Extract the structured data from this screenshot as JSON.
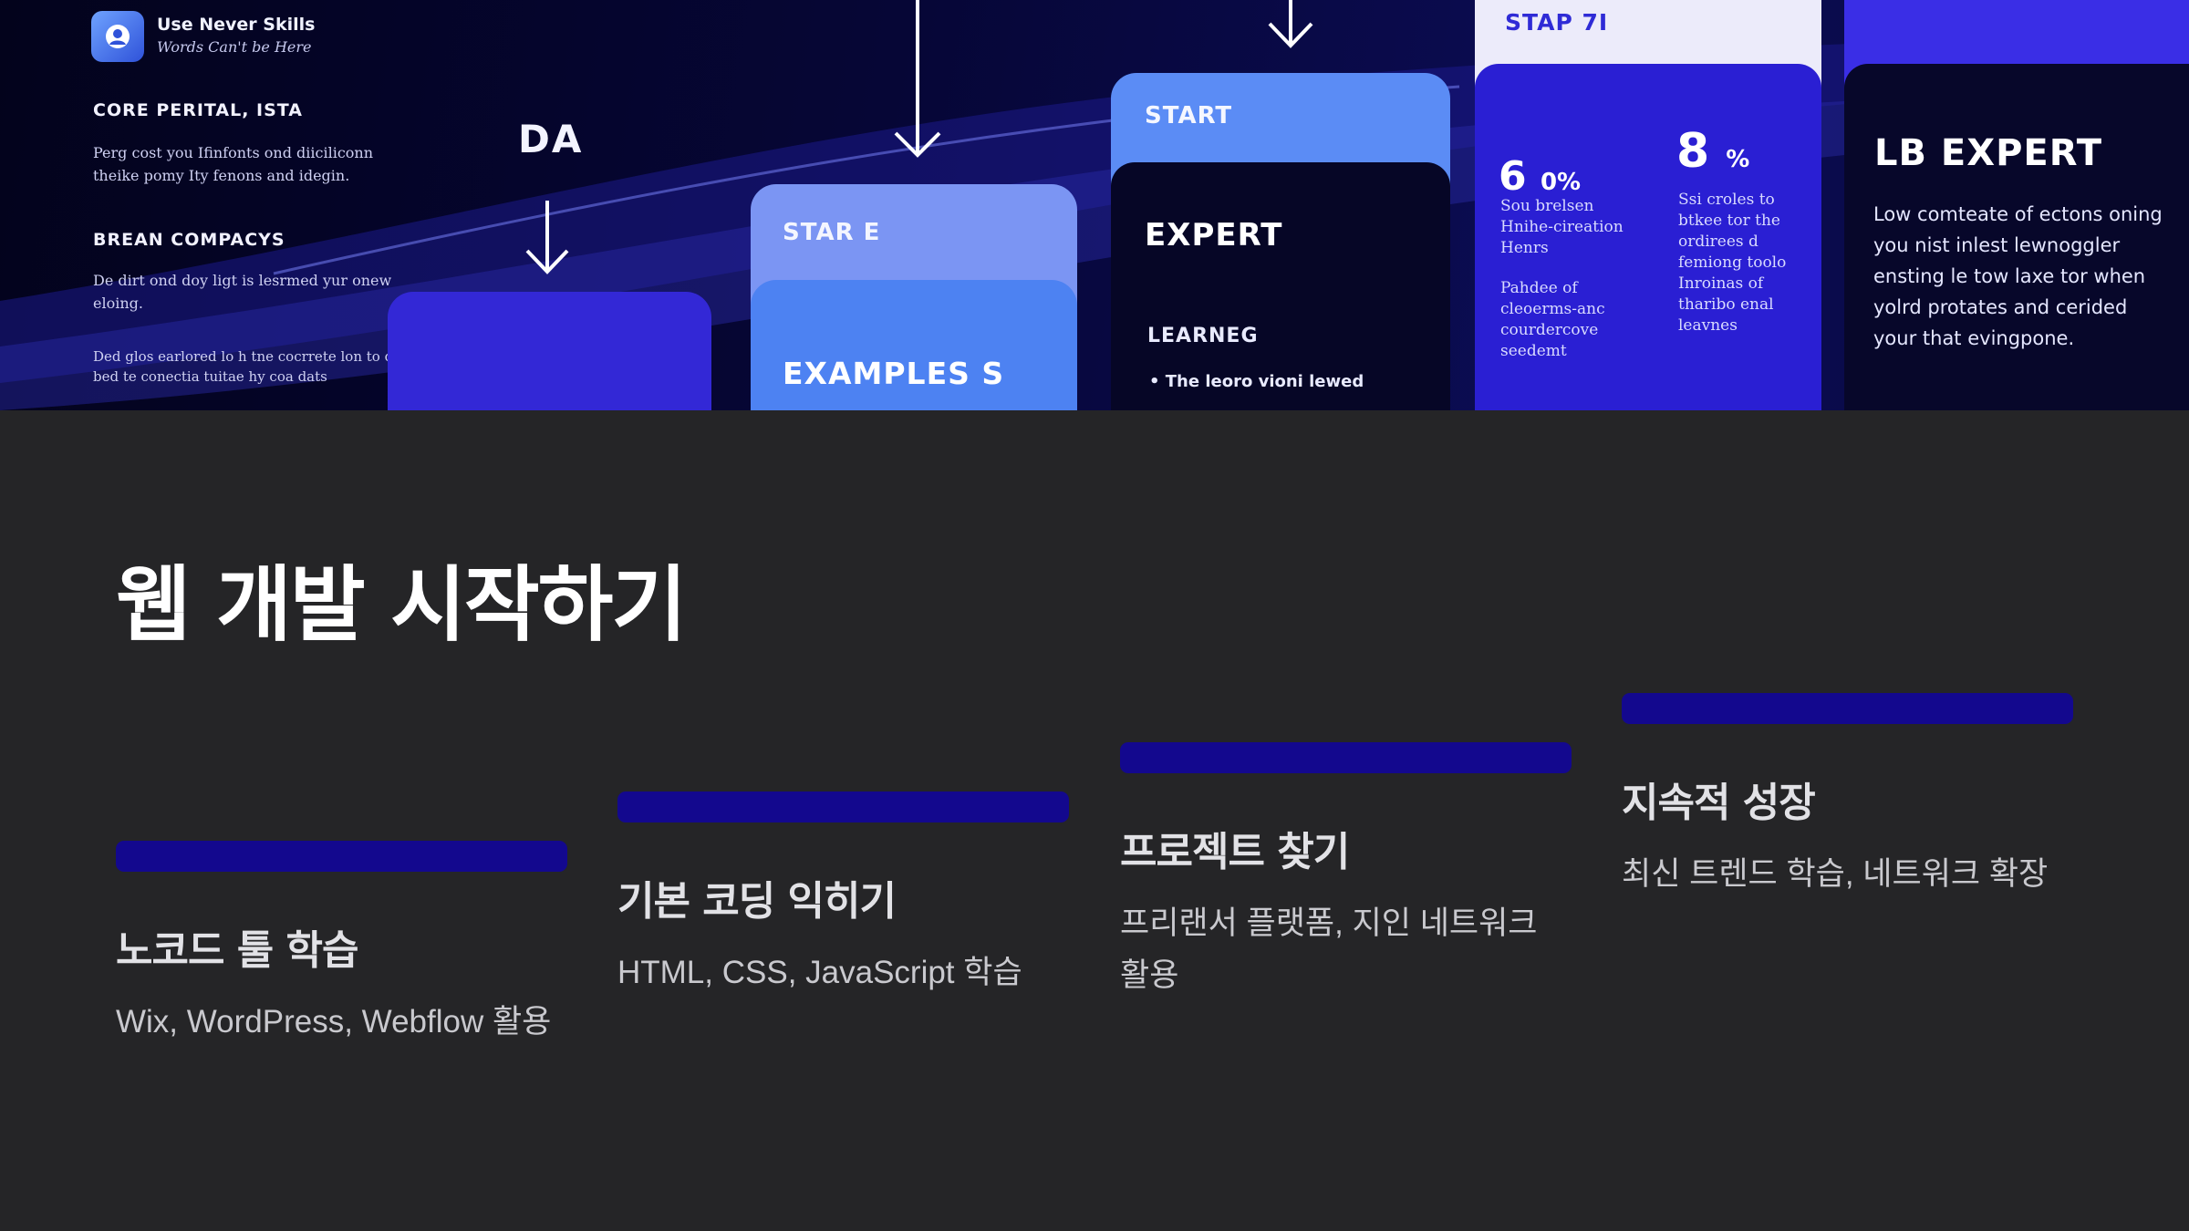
{
  "banner": {
    "app_title": "Use Never Skills",
    "app_subtitle": "Words Can't be Here",
    "logo_icon": "person-search-icon",
    "left_sections": [
      {
        "heading": "CORE PERITAL, ISTA",
        "text": "Perg cost you Ifinfonts ond diiciliconn theike pomy Ity fenons and idegin."
      },
      {
        "heading": "BREAN COMPACYS",
        "text": "De dirt ond doy ligt is lesrmed yur onew eloing."
      },
      {
        "heading": "",
        "text": "Ded glos earlored lo h tne cocrrete lon to diba bed te conectia tuitae hy coa dats"
      }
    ],
    "da_label": "DA",
    "steps": [
      {
        "label": "STAR E",
        "sublabel": "EXAMPLES S"
      },
      {
        "label": "START",
        "sublabel": "EXPERT",
        "subhead": "LEARNEG",
        "bullet": "The leoro vioni lewed"
      },
      {
        "label": "STAP 7I"
      }
    ],
    "stat_1": {
      "number": "6",
      "unit": "0%",
      "text_a": "Sou brelsen Hnihe-cireation Henrs",
      "text_b": "Pahdee of cleoerms-anc courdercove seedemt"
    },
    "stat_2": {
      "number": "8",
      "unit": "%",
      "text": "Ssi croles to btkee tor the ordirees d femiong toolo Inroinas of tharibo enal leavnes"
    },
    "expert": {
      "title": "LB EXPERT",
      "text": "Low comteate of ectons oning you nist inlest lewnoggler ensting le tow laxe tor when yolrd protates and cerided your that evingpone."
    },
    "colors": {
      "primary_purple": "#3a2ee6",
      "light_blue": "#6aa5ff",
      "bright_blue": "#4a7cf4",
      "card_bar": "#13088e"
    }
  },
  "main": {
    "title": "웹 개발 시작하기",
    "cards": [
      {
        "title": "노코드 툴 학습",
        "description": "Wix, WordPress, Webflow 활용"
      },
      {
        "title": "기본 코딩 익히기",
        "description": "HTML, CSS, JavaScript 학습"
      },
      {
        "title": "프로젝트 찾기",
        "description": "프리랜서 플랫폼, 지인 네트워크 활용"
      },
      {
        "title": "지속적 성장",
        "description": "최신 트렌드 학습, 네트워크 확장"
      }
    ]
  }
}
